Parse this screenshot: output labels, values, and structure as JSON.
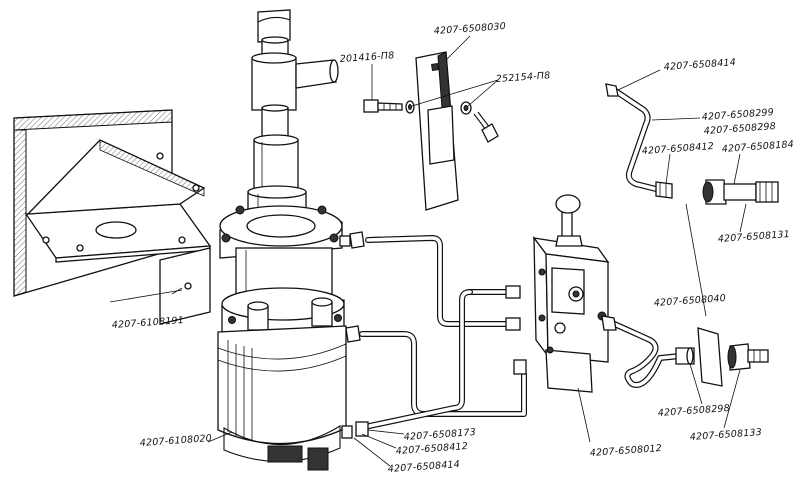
{
  "labels": {
    "bracket": "4207-6108191",
    "cylinder": "4207-6108020",
    "bolt": "201416-П8",
    "plate": "4207-6508030",
    "washer": "252154-П8",
    "pipe_top": "4207-6508414",
    "pipe_mid": "4207-6508299",
    "fitting_a": "4207-6508298",
    "nut_top": "4207-6508412",
    "union_top": "4207-6508184",
    "nipple_top": "4207-6508131",
    "pipe_right": "4207-6508040",
    "fitting_b": "4207-6508298",
    "nipple_bottom": "4207-6508133",
    "valve": "4207-6508012",
    "pipe_low": "4207-6508173",
    "nut_low": "4207-6508412",
    "pipe_bottom": "4207-6508414"
  }
}
